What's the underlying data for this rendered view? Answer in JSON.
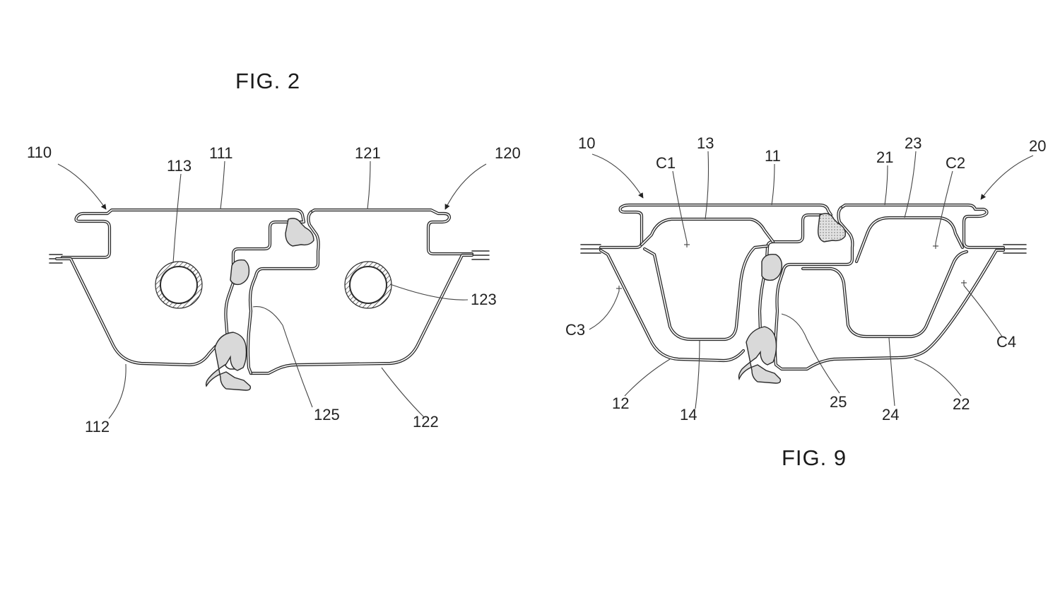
{
  "figures": [
    {
      "title": "FIG. 2",
      "labels": [
        "110",
        "113",
        "111",
        "121",
        "120",
        "123",
        "125",
        "122",
        "112"
      ]
    },
    {
      "title": "FIG. 9",
      "labels": [
        "10",
        "C1",
        "13",
        "11",
        "21",
        "23",
        "C2",
        "20",
        "C3",
        "C4",
        "12",
        "14",
        "25",
        "24",
        "22"
      ]
    }
  ]
}
